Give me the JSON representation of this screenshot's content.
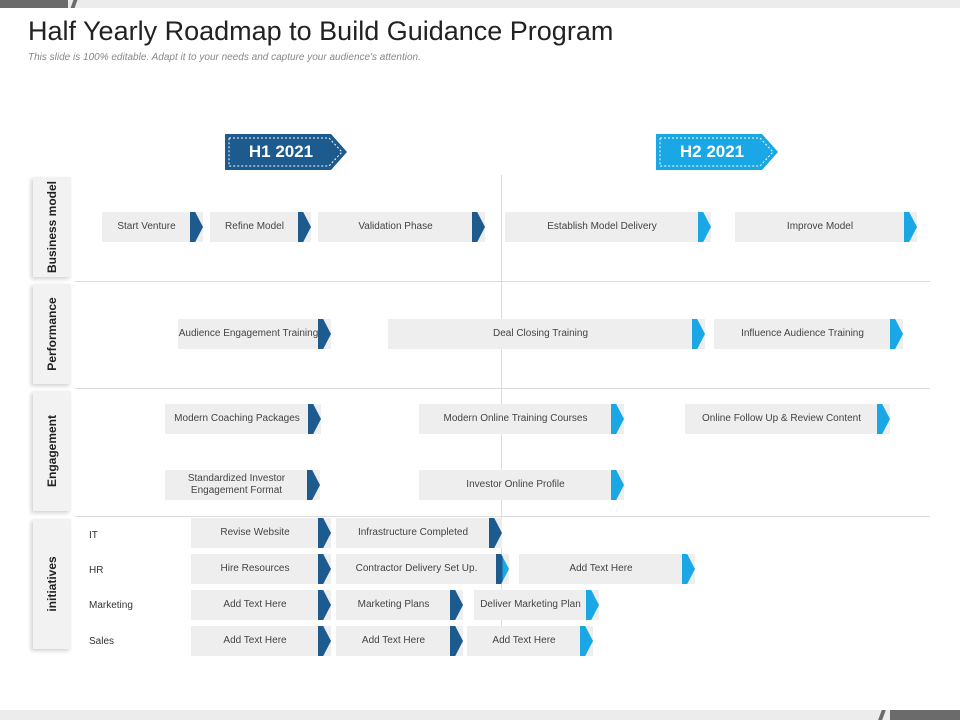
{
  "title": "Half Yearly Roadmap to Build Guidance Program",
  "subtitle": "This slide is 100% editable. Adapt it to your needs and capture your audience's attention.",
  "phases": [
    {
      "label": "H1 2021",
      "color": "#1d5a8e"
    },
    {
      "label": "H2 2021",
      "color": "#1aa7e6"
    }
  ],
  "rows": [
    {
      "label": "Business model"
    },
    {
      "label": "Performance"
    },
    {
      "label": "Engagement"
    },
    {
      "label": "initiatives"
    }
  ],
  "initiative_labels": [
    "IT",
    "HR",
    "Marketing",
    "Sales"
  ],
  "tasks": {
    "business_model": [
      "Start Venture",
      "Refine Model",
      "Validation Phase",
      "Establish Model Delivery",
      "Improve Model"
    ],
    "performance": [
      "Audience Engagement Training",
      "Deal Closing Training",
      "Influence Audience Training"
    ],
    "engagement": [
      "Modern Coaching Packages",
      "Modern Online Training Courses",
      "Online Follow Up & Review Content",
      "Standardized Investor Engagement Format",
      "Investor Online Profile"
    ],
    "it": [
      "Revise Website",
      "Infrastructure Completed"
    ],
    "hr": [
      "Hire Resources",
      "Contractor Delivery Set Up.",
      "Add Text Here"
    ],
    "marketing": [
      "Add Text Here",
      "Marketing Plans",
      "Deliver Marketing Plan"
    ],
    "sales": [
      "Add Text Here",
      "Add Text Here",
      "Add Text Here"
    ]
  }
}
